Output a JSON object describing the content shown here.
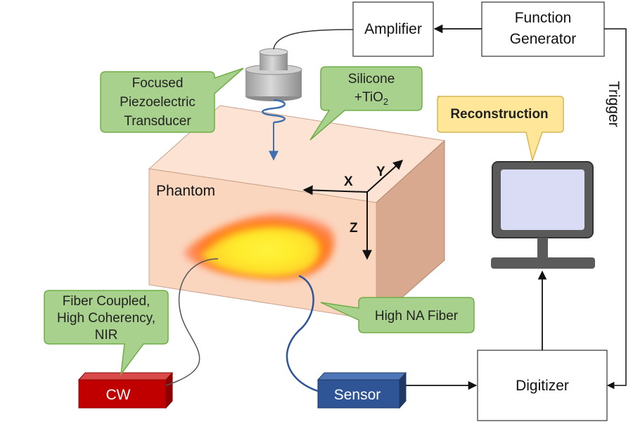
{
  "blocks": {
    "amplifier": "Amplifier",
    "function_generator": [
      "Function",
      "Generator"
    ],
    "digitizer": "Digitizer",
    "cw": "CW",
    "sensor": "Sensor"
  },
  "trigger_label": "Trigger",
  "callouts": {
    "transducer": [
      "Focused",
      "Piezoelectric",
      "Transducer"
    ],
    "silicone": {
      "line1": "Silicone",
      "line2_main": "+TiO",
      "line2_sub": "2"
    },
    "reconstruction": "Reconstruction",
    "fiber_source": [
      "Fiber Coupled,",
      "High Coherency,",
      "NIR"
    ],
    "high_na_fiber": "High NA Fiber"
  },
  "phantom_label": "Phantom",
  "axes": {
    "x": "X",
    "y": "Y",
    "z": "Z"
  },
  "colors": {
    "callout_green_fill": "#a9d18e",
    "callout_green_stroke": "#70ad47",
    "callout_yellow_fill": "#ffe699",
    "callout_yellow_stroke": "#d6b656",
    "phantom_front": "#fbd6bf",
    "phantom_top": "#fce3d3",
    "phantom_side": "#d9a98f",
    "cw_red": "#c00000",
    "sensor_blue": "#2f5597"
  }
}
